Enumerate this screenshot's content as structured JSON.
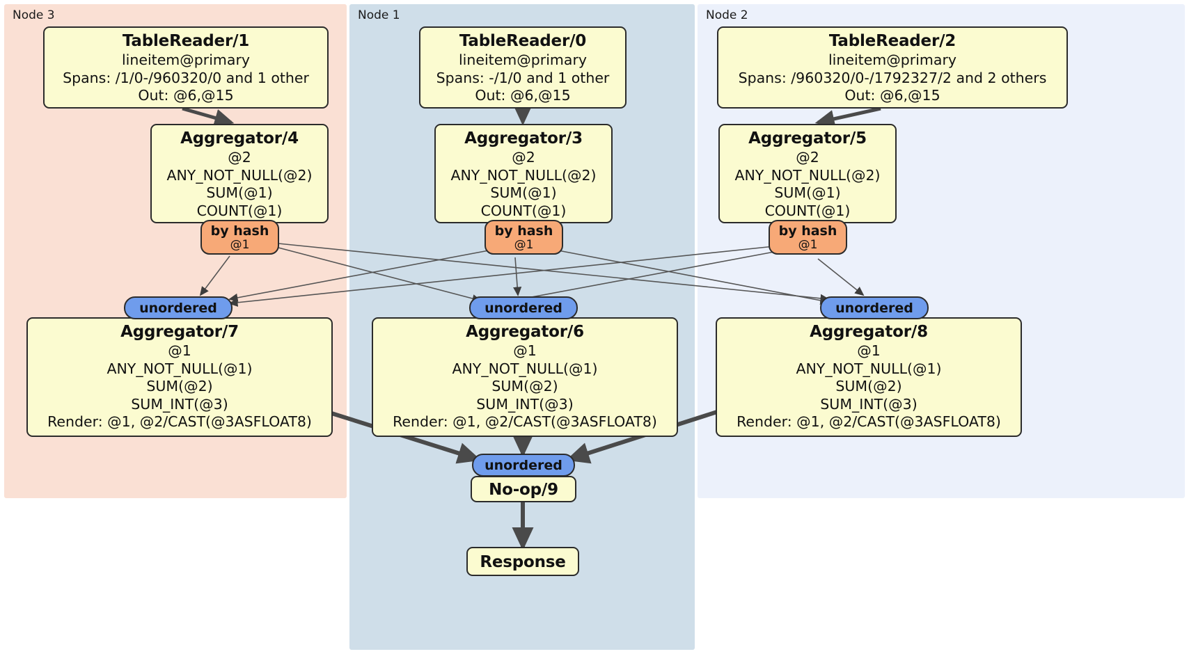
{
  "diagram": {
    "type": "distributed-query-plan",
    "colors": {
      "node3_panel": "#fae0d4",
      "node1_panel": "#cfdee9",
      "node2_panel": "#ecf1fb",
      "processor_fill": "#fbfbd0",
      "processor_stroke": "#2b2b2b",
      "hash_router": "#f7a977",
      "unordered_sync": "#6f9cec",
      "edge_thin": "#555555",
      "edge_thick": "#4a4a4a"
    },
    "panels": [
      {
        "id": "node3",
        "label": "Node 3"
      },
      {
        "id": "node1",
        "label": "Node 1"
      },
      {
        "id": "node2",
        "label": "Node 2"
      }
    ],
    "processors": {
      "table_reader_1": {
        "title": "TableReader/1",
        "lines": [
          "lineitem@primary",
          "Spans: /1/0-/960320/0 and 1 other",
          "Out: @6,@15"
        ]
      },
      "table_reader_0": {
        "title": "TableReader/0",
        "lines": [
          "lineitem@primary",
          "Spans: -/1/0 and 1 other",
          "Out: @6,@15"
        ]
      },
      "table_reader_2": {
        "title": "TableReader/2",
        "lines": [
          "lineitem@primary",
          "Spans: /960320/0-/1792327/2 and 2 others",
          "Out: @6,@15"
        ]
      },
      "aggregator_4": {
        "title": "Aggregator/4",
        "lines": [
          "@2",
          "ANY_NOT_NULL(@2)",
          "SUM(@1)",
          "COUNT(@1)"
        ]
      },
      "aggregator_3": {
        "title": "Aggregator/3",
        "lines": [
          "@2",
          "ANY_NOT_NULL(@2)",
          "SUM(@1)",
          "COUNT(@1)"
        ]
      },
      "aggregator_5": {
        "title": "Aggregator/5",
        "lines": [
          "@2",
          "ANY_NOT_NULL(@2)",
          "SUM(@1)",
          "COUNT(@1)"
        ]
      },
      "aggregator_7": {
        "title": "Aggregator/7",
        "lines": [
          "@1",
          "ANY_NOT_NULL(@1)",
          "SUM(@2)",
          "SUM_INT(@3)",
          "Render: @1, @2/CAST(@3ASFLOAT8)"
        ]
      },
      "aggregator_6": {
        "title": "Aggregator/6",
        "lines": [
          "@1",
          "ANY_NOT_NULL(@1)",
          "SUM(@2)",
          "SUM_INT(@3)",
          "Render: @1, @2/CAST(@3ASFLOAT8)"
        ]
      },
      "aggregator_8": {
        "title": "Aggregator/8",
        "lines": [
          "@1",
          "ANY_NOT_NULL(@1)",
          "SUM(@2)",
          "SUM_INT(@3)",
          "Render: @1, @2/CAST(@3ASFLOAT8)"
        ]
      },
      "noop_9": {
        "title": "No-op/9",
        "lines": []
      },
      "response": {
        "title": "Response",
        "lines": []
      }
    },
    "routers": {
      "hash_left": {
        "label": "by hash",
        "sub": "@1"
      },
      "hash_center": {
        "label": "by hash",
        "sub": "@1"
      },
      "hash_right": {
        "label": "by hash",
        "sub": "@1"
      }
    },
    "synchronizers": {
      "unordered_left": {
        "label": "unordered"
      },
      "unordered_center": {
        "label": "unordered"
      },
      "unordered_right": {
        "label": "unordered"
      },
      "unordered_final": {
        "label": "unordered"
      }
    }
  }
}
